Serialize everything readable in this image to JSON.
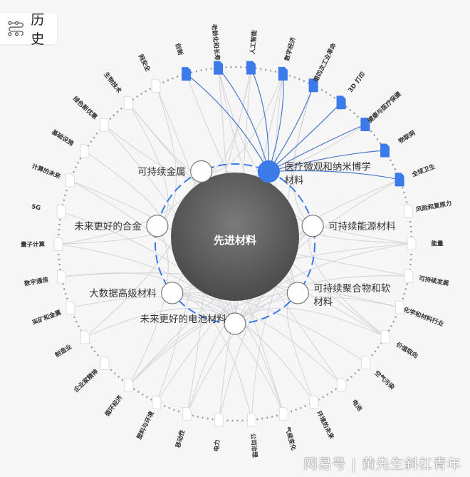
{
  "header": {
    "history_label": "历史",
    "history_icon": "flow-icon"
  },
  "center": {
    "title": "先进材料"
  },
  "inner_topics": [
    {
      "label": "可持续金属",
      "active": false
    },
    {
      "label": "医疗微观和纳米博学材料",
      "line2": "材料",
      "line1": "医疗微观和纳米博学",
      "active": true
    },
    {
      "label": "可持续能源材料",
      "active": false
    },
    {
      "label": "可持续聚合物和软材料",
      "line1": "可持续聚合物和软",
      "line2": "材料",
      "active": false
    },
    {
      "label": "未来更好的电池材料",
      "active": false
    },
    {
      "label": "大数据高级材料",
      "active": false
    },
    {
      "label": "未来更好的合金",
      "active": false
    }
  ],
  "outer_topics": [
    {
      "label": "创新",
      "active": true
    },
    {
      "label": "老龄化和长寿",
      "active": true
    },
    {
      "label": "人工智能",
      "active": true
    },
    {
      "label": "数字经济",
      "active": true
    },
    {
      "label": "第四次工业革命",
      "active": true
    },
    {
      "label": "3D 打印",
      "active": true
    },
    {
      "label": "健康与医疗保健",
      "active": true
    },
    {
      "label": "物联网",
      "active": true
    },
    {
      "label": "全球卫生",
      "active": true
    },
    {
      "label": "风险和复原力",
      "active": false
    },
    {
      "label": "能量",
      "active": false
    },
    {
      "label": "可持续发展",
      "active": false
    },
    {
      "label": "化学和材料行业",
      "active": false
    },
    {
      "label": "价值取向",
      "active": false
    },
    {
      "label": "空气污染",
      "active": false
    },
    {
      "label": "电池",
      "active": false
    },
    {
      "label": "环境的未来",
      "active": false
    },
    {
      "label": "气候变化",
      "active": false
    },
    {
      "label": "公司治理",
      "active": false
    },
    {
      "label": "电力",
      "active": false
    },
    {
      "label": "移动性",
      "active": false
    },
    {
      "label": "塑料与环境",
      "active": false
    },
    {
      "label": "循环经济",
      "active": false
    },
    {
      "label": "企业家精神",
      "active": false
    },
    {
      "label": "制造业",
      "active": false
    },
    {
      "label": "采矿和金属",
      "active": false
    },
    {
      "label": "数字通信",
      "active": false
    },
    {
      "label": "量子计算",
      "active": false
    },
    {
      "label": "5G",
      "active": false
    },
    {
      "label": "计算的未来",
      "active": false
    },
    {
      "label": "基础设施",
      "active": false
    },
    {
      "label": "绿色新优惠",
      "active": false
    },
    {
      "label": "生物技术",
      "active": false
    },
    {
      "label": "网安全",
      "active": false
    }
  ],
  "colors": {
    "accent": "#3b7ae8",
    "link": "#d4d6da",
    "active_link": "#4a78c8",
    "ring": "#9a9a9a",
    "center": "#555555"
  },
  "watermark": "网易号 | 黄先生斜杠青年"
}
